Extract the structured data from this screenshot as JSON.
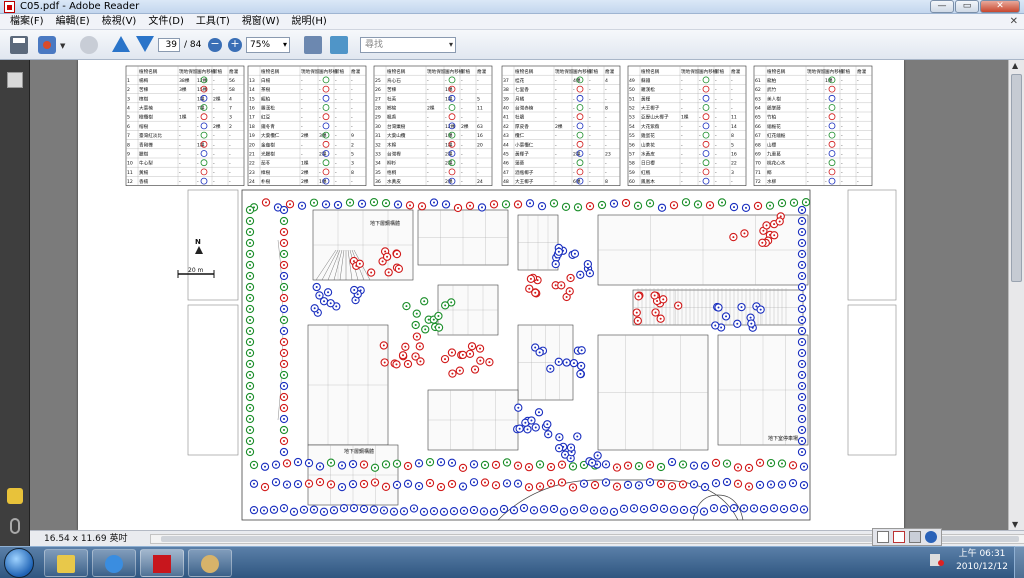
{
  "window": {
    "title": "C05.pdf - Adobe Reader",
    "buttons": {
      "minimize": "—",
      "maximize": "▭",
      "close": "✕"
    }
  },
  "menubar": {
    "items": [
      "檔案(F)",
      "編輯(E)",
      "檢視(V)",
      "文件(D)",
      "工具(T)",
      "視窗(W)",
      "說明(H)"
    ],
    "close_glyph": "✕"
  },
  "toolbar": {
    "page_current": "39",
    "page_total": "/ 84",
    "zoom_value": "75%",
    "search_placeholder": "尋找",
    "zoom_out": "−",
    "zoom_in": "+"
  },
  "document": {
    "size_label": "16.54 x 11.69 英吋",
    "legend_header": [
      "植物名稱",
      "現地保留",
      "園內移植",
      "新植",
      "喬灌"
    ],
    "tables": [
      {
        "rows": [
          [
            "1",
            "楊梅",
            "38棵",
            "12棵",
            "-",
            "56"
          ],
          [
            "2",
            "苦楝",
            "3棵",
            "15棵",
            "-",
            "58"
          ],
          [
            "3",
            "樟樹",
            "-",
            "1棵",
            "2棵",
            "4"
          ],
          [
            "4",
            "大葉楠",
            "-",
            "7棵",
            "-",
            "7"
          ],
          [
            "5",
            "橄欖樹",
            "1棵",
            "-",
            "-",
            "3"
          ],
          [
            "6",
            "榕樹",
            "-",
            "-",
            "2棵",
            "2"
          ],
          [
            "7",
            "臺灣紅淡比",
            "-",
            "-",
            "-",
            "-"
          ],
          [
            "8",
            "青剛櫟",
            "-",
            "1棵",
            "-",
            "-"
          ],
          [
            "9",
            "臘樹",
            "-",
            "-",
            "-",
            "-"
          ],
          [
            "10",
            "牛心梨",
            "-",
            "-",
            "-",
            "-"
          ],
          [
            "11",
            "黃楊",
            "-",
            "-",
            "-",
            "-"
          ],
          [
            "12",
            "香楠",
            "-",
            "-",
            "-",
            "-"
          ]
        ]
      },
      {
        "rows": [
          [
            "13",
            "白楊",
            "-",
            "-",
            "-",
            "-"
          ],
          [
            "14",
            "茶樹",
            "-",
            "-",
            "-",
            "-"
          ],
          [
            "15",
            "龍柏",
            "-",
            "-",
            "-",
            "-"
          ],
          [
            "16",
            "羅漢松",
            "-",
            "-",
            "-",
            "-"
          ],
          [
            "17",
            "紅豆",
            "-",
            "-",
            "-",
            "-"
          ],
          [
            "18",
            "鐵冬青",
            "-",
            "-",
            "-",
            "-"
          ],
          [
            "19",
            "大葉欖仁",
            "2棵",
            "3棵",
            "-",
            "9"
          ],
          [
            "20",
            "金龜樹",
            "-",
            "-",
            "-",
            "2"
          ],
          [
            "21",
            "光臘樹",
            "-",
            "2棵",
            "-",
            "5"
          ],
          [
            "22",
            "茄苳",
            "1棵",
            "-",
            "-",
            "3"
          ],
          [
            "23",
            "樟樹",
            "2棵",
            "-",
            "-",
            "8"
          ],
          [
            "24",
            "朴樹",
            "2棵",
            "1棵",
            "-",
            "-"
          ]
        ]
      },
      {
        "rows": [
          [
            "25",
            "烏心石",
            "-",
            "-",
            "-",
            "-"
          ],
          [
            "26",
            "苦楝",
            "-",
            "1棵",
            "-",
            "-"
          ],
          [
            "27",
            "杜英",
            "-",
            "1棵",
            "-",
            "5"
          ],
          [
            "28",
            "榔榆",
            "2棵",
            "-",
            "-",
            "11"
          ],
          [
            "29",
            "楓香",
            "-",
            "-",
            "-",
            "-"
          ],
          [
            "30",
            "台灣欒樹",
            "-",
            "12棵",
            "2棵",
            "63"
          ],
          [
            "31",
            "大葉山欖",
            "-",
            "1棵",
            "-",
            "16"
          ],
          [
            "32",
            "木棉",
            "-",
            "1棵",
            "-",
            "20"
          ],
          [
            "33",
            "台灣櫸",
            "-",
            "2棵",
            "-",
            "-"
          ],
          [
            "34",
            "柳杉",
            "-",
            "2棵",
            "-",
            "-"
          ],
          [
            "35",
            "梧桐",
            "-",
            "-",
            "-",
            "-"
          ],
          [
            "36",
            "水黃皮",
            "-",
            "2棵",
            "-",
            "24"
          ]
        ]
      },
      {
        "rows": [
          [
            "37",
            "桂花",
            "-",
            "4棵",
            "-",
            "4"
          ],
          [
            "38",
            "七里香",
            "-",
            "-",
            "-",
            "-"
          ],
          [
            "39",
            "月橘",
            "-",
            "-",
            "-",
            "-"
          ],
          [
            "40",
            "台灣赤楠",
            "-",
            "-",
            "-",
            "8"
          ],
          [
            "41",
            "杜鵑",
            "-",
            "-",
            "-",
            "-"
          ],
          [
            "42",
            "厚皮香",
            "2棵",
            "-",
            "-",
            "-"
          ],
          [
            "43",
            "欖仁",
            "-",
            "-",
            "-",
            "-"
          ],
          [
            "44",
            "小葉欖仁",
            "-",
            "-",
            "-",
            "-"
          ],
          [
            "45",
            "黃椰子",
            "-",
            "2棵",
            "-",
            "23"
          ],
          [
            "46",
            "蒲葵",
            "-",
            "-",
            "-",
            "-"
          ],
          [
            "47",
            "酒瓶椰子",
            "-",
            "-",
            "-",
            "-"
          ],
          [
            "48",
            "大王椰子",
            "-",
            "6棵",
            "-",
            "8"
          ]
        ]
      },
      {
        "rows": [
          [
            "49",
            "蘇鐵",
            "-",
            "-",
            "-",
            "-"
          ],
          [
            "50",
            "羅漢松",
            "-",
            "-",
            "-",
            "-"
          ],
          [
            "51",
            "黃槿",
            "-",
            "-",
            "-",
            "-"
          ],
          [
            "52",
            "大王椰子",
            "-",
            "-",
            "-",
            "-"
          ],
          [
            "53",
            "亞歷山大椰子",
            "1棵",
            "-",
            "-",
            "11"
          ],
          [
            "54",
            "大花紫薇",
            "-",
            "-",
            "-",
            "14"
          ],
          [
            "55",
            "雞蛋花",
            "-",
            "-",
            "-",
            "8"
          ],
          [
            "56",
            "山茶花",
            "-",
            "-",
            "-",
            "5"
          ],
          [
            "57",
            "水黃皮",
            "-",
            "-",
            "-",
            "16"
          ],
          [
            "58",
            "日日櫻",
            "-",
            "-",
            "-",
            "22"
          ],
          [
            "59",
            "紅楓",
            "-",
            "-",
            "-",
            "3"
          ],
          [
            "60",
            "鳳凰木",
            "-",
            "-",
            "-",
            "-"
          ]
        ]
      },
      {
        "rows": [
          [
            "61",
            "龍柏",
            "-",
            "1棵",
            "-",
            "-"
          ],
          [
            "62",
            "武竹",
            "-",
            "-",
            "-",
            "-"
          ],
          [
            "63",
            "美人樹",
            "-",
            "-",
            "-",
            "-"
          ],
          [
            "64",
            "鵝掌藤",
            "-",
            "-",
            "-",
            "-"
          ],
          [
            "65",
            "竹柏",
            "-",
            "-",
            "-",
            "-"
          ],
          [
            "66",
            "緬梔花",
            "-",
            "-",
            "-",
            "-"
          ],
          [
            "67",
            "紅花緬梔",
            "-",
            "-",
            "-",
            "-"
          ],
          [
            "68",
            "山櫻",
            "-",
            "-",
            "-",
            "-"
          ],
          [
            "69",
            "九重葛",
            "-",
            "-",
            "-",
            "-"
          ],
          [
            "70",
            "桃花心木",
            "-",
            "-",
            "-",
            "-"
          ],
          [
            "71",
            "椰",
            "-",
            "-",
            "-",
            "-"
          ],
          [
            "72",
            "水柳",
            "-",
            "-",
            "-",
            "-"
          ]
        ]
      }
    ],
    "map": {
      "north_label": "N",
      "scale_label": "20 m",
      "building_label_1": "地下層鋼構體",
      "building_label_2": "地下層鋼構體",
      "building_label_3": "地下室停車場",
      "colors": {
        "existing": "#1b8e2a",
        "transplant": "#d11a1a",
        "new": "#1a2fbf",
        "lines": "#444444"
      }
    }
  },
  "taskbar": {
    "clock_time": "上午 06:31",
    "clock_date": "2010/12/12"
  }
}
